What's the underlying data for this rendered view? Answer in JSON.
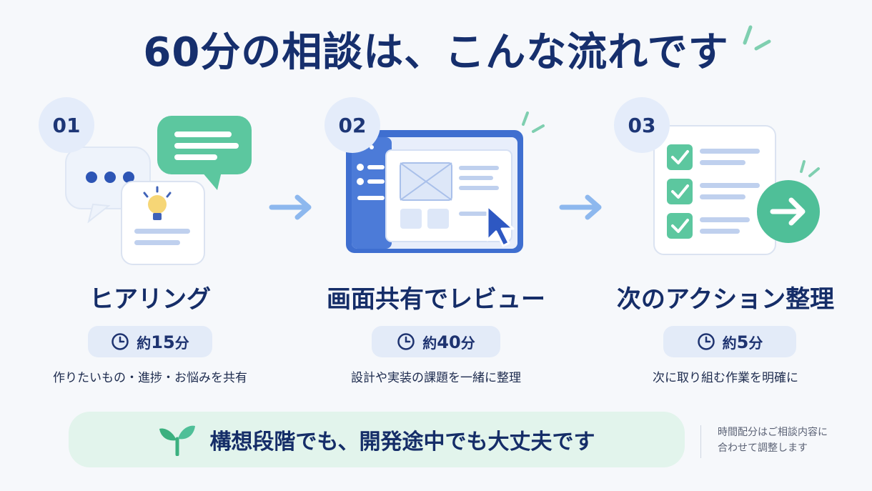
{
  "title": "60分の相談は、こんな流れです",
  "steps": [
    {
      "number": "01",
      "title": "ヒアリング",
      "time_prefix": "約",
      "time_value": "15",
      "time_unit": "分",
      "description": "作りたいもの・進捗・お悩みを共有",
      "icon": "chat-bubbles-lightbulb-icon"
    },
    {
      "number": "02",
      "title": "画面共有でレビュー",
      "time_prefix": "約",
      "time_value": "40",
      "time_unit": "分",
      "description": "設計や実装の課題を一緒に整理",
      "icon": "screen-share-cursor-icon"
    },
    {
      "number": "03",
      "title": "次のアクション整理",
      "time_prefix": "約",
      "time_value": "5",
      "time_unit": "分",
      "description": "次に取り組む作業を明確に",
      "icon": "checklist-arrow-icon"
    }
  ],
  "banner": {
    "text": "構想段階でも、開発途中でも大丈夫です",
    "icon": "sprout-icon"
  },
  "note": {
    "line1": "時間配分はご相談内容に",
    "line2": "合わせて調整します"
  },
  "colors": {
    "navy": "#162f6d",
    "accent_green": "#4fbf98",
    "accent_blue": "#3d6fd1",
    "arrow_blue": "#8db8ee",
    "pill_bg": "#e3ebf8",
    "banner_bg": "#e2f4ec"
  }
}
